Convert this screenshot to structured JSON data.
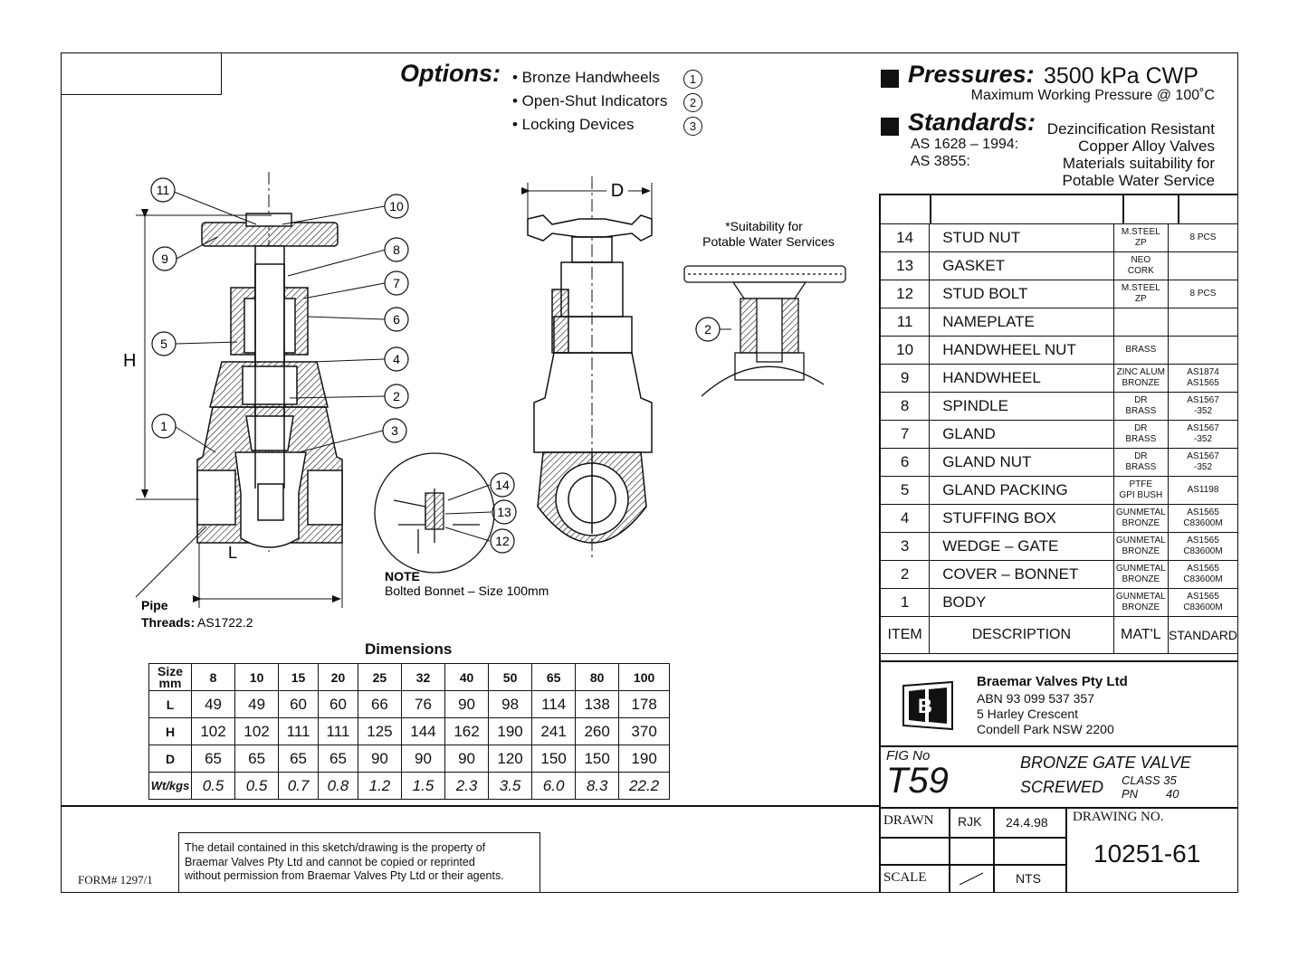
{
  "options": {
    "title": "Options:",
    "items": [
      {
        "label": "• Bronze Handwheels",
        "num": "1"
      },
      {
        "label": "• Open-Shut Indicators",
        "num": "2"
      },
      {
        "label": "• Locking Devices",
        "num": "3"
      }
    ]
  },
  "pressures": {
    "title": "Pressures:",
    "value": "3500 kPa CWP",
    "sub": "Maximum Working Pressure @ 100˚C"
  },
  "standards": {
    "title": "Standards:",
    "desc_line1": "Dezincification Resistant",
    "std1": "AS 1628 – 1994:",
    "desc_line2": "Copper Alloy Valves",
    "std2": "AS 3855:",
    "desc_line3": "Materials suitability for",
    "desc_line4": "Potable Water Service"
  },
  "drawing": {
    "callouts": [
      "1",
      "2",
      "3",
      "4",
      "5",
      "6",
      "7",
      "8",
      "9",
      "10",
      "11",
      "12",
      "13",
      "14"
    ],
    "dim_h": "H",
    "dim_l": "L",
    "dim_d": "D",
    "suitability_line1": "*Suitability for",
    "suitability_line2": "Potable Water Services",
    "pipe_label_line1": "Pipe",
    "pipe_label_line2": "Threads:",
    "pipe_standard": "AS1722.2",
    "note_title": "NOTE",
    "note_text": "Bolted Bonnet – Size 100mm"
  },
  "dimensions": {
    "title": "Dimensions",
    "size_label_line1": "Size",
    "size_label_line2": "mm",
    "sizes": [
      "8",
      "10",
      "15",
      "20",
      "25",
      "32",
      "40",
      "50",
      "65",
      "80",
      "100"
    ],
    "rows": [
      {
        "label": "L",
        "values": [
          "49",
          "49",
          "60",
          "60",
          "66",
          "76",
          "90",
          "98",
          "114",
          "138",
          "178"
        ]
      },
      {
        "label": "H",
        "values": [
          "102",
          "102",
          "111",
          "111",
          "125",
          "144",
          "162",
          "190",
          "241",
          "260",
          "370"
        ]
      },
      {
        "label": "D",
        "values": [
          "65",
          "65",
          "65",
          "65",
          "90",
          "90",
          "90",
          "120",
          "150",
          "150",
          "190"
        ]
      },
      {
        "label": "Wt/kgs",
        "values": [
          "0.5",
          "0.5",
          "0.7",
          "0.8",
          "1.2",
          "1.5",
          "2.3",
          "3.5",
          "6.0",
          "8.3",
          "22.2"
        ]
      }
    ]
  },
  "parts": {
    "rows": [
      {
        "item": "14",
        "desc": "STUD NUT",
        "mat1": "M.STEEL",
        "mat2": "ZP",
        "std1": "8 PCS",
        "std2": ""
      },
      {
        "item": "13",
        "desc": "GASKET",
        "mat1": "NEO",
        "mat2": "CORK",
        "std1": "",
        "std2": ""
      },
      {
        "item": "12",
        "desc": "STUD BOLT",
        "mat1": "M.STEEL",
        "mat2": "ZP",
        "std1": "8 PCS",
        "std2": ""
      },
      {
        "item": "11",
        "desc": "NAMEPLATE",
        "mat1": "",
        "mat2": "",
        "std1": "",
        "std2": ""
      },
      {
        "item": "10",
        "desc": "HANDWHEEL NUT",
        "mat1": "BRASS",
        "mat2": "",
        "std1": "",
        "std2": ""
      },
      {
        "item": "9",
        "desc": "HANDWHEEL",
        "mat1": "ZINC ALUM",
        "mat2": "BRONZE",
        "std1": "AS1874",
        "std2": "AS1565"
      },
      {
        "item": "8",
        "desc": "SPINDLE",
        "mat1": "DR",
        "mat2": "BRASS",
        "std1": "AS1567",
        "std2": "-352"
      },
      {
        "item": "7",
        "desc": "GLAND",
        "mat1": "DR",
        "mat2": "BRASS",
        "std1": "AS1567",
        "std2": "-352"
      },
      {
        "item": "6",
        "desc": "GLAND NUT",
        "mat1": "DR",
        "mat2": "BRASS",
        "std1": "AS1567",
        "std2": "-352"
      },
      {
        "item": "5",
        "desc": "GLAND PACKING",
        "mat1": "PTFE",
        "mat2": "GPI BUSH",
        "std1": "AS1198",
        "std2": ""
      },
      {
        "item": "4",
        "desc": "STUFFING BOX",
        "mat1": "GUNMETAL",
        "mat2": "BRONZE",
        "std1": "AS1565",
        "std2": "C83600M"
      },
      {
        "item": "3",
        "desc": "WEDGE – GATE",
        "mat1": "GUNMETAL",
        "mat2": "BRONZE",
        "std1": "AS1565",
        "std2": "C83600M"
      },
      {
        "item": "2",
        "desc": "COVER – BONNET",
        "mat1": "GUNMETAL",
        "mat2": "BRONZE",
        "std1": "AS1565",
        "std2": "C83600M"
      },
      {
        "item": "1",
        "desc": "BODY",
        "mat1": "GUNMETAL",
        "mat2": "BRONZE",
        "std1": "AS1565",
        "std2": "C83600M"
      }
    ],
    "footer": {
      "item": "ITEM",
      "desc": "DESCRIPTION",
      "mat": "MAT'L",
      "std": "STANDARD"
    }
  },
  "company": {
    "name": "Braemar Valves Pty Ltd",
    "abn": "ABN 93 099 537 357",
    "address1": "5 Harley Crescent",
    "address2": "Condell Park  NSW  2200"
  },
  "title_block": {
    "fig_label": "FIG No",
    "fig_no": "T59",
    "title1": "BRONZE GATE VALVE",
    "title2": "SCREWED",
    "class_line": "CLASS 35",
    "pn_label": "PN",
    "pn_value": "40",
    "drawn_label": "DRAWN",
    "drawn_by": "RJK",
    "drawn_date": "24.4.98",
    "drawing_no_label": "DRAWING NO.",
    "drawing_no": "10251-61",
    "scale_label": "SCALE",
    "scale_value": "NTS"
  },
  "footer": {
    "form_no": "FORM# 1297/1",
    "notice_line1": "The detail contained in this sketch/drawing is the property of",
    "notice_line2": "Braemar Valves Pty Ltd and cannot be copied or reprinted",
    "notice_line3": "without permission from Braemar Valves Pty Ltd or their agents."
  }
}
